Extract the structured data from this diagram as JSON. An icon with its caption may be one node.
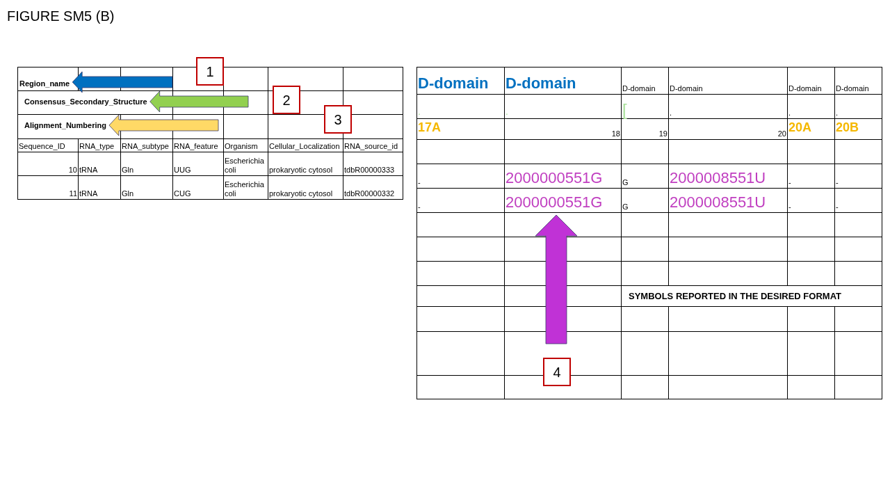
{
  "diagram": {
    "title": "FIGURE SM5 (B)",
    "nodes": [
      {
        "text": [
          "1"
        ]
      },
      {
        "text": [
          "Region_name"
        ]
      },
      {
        "text": [
          "2"
        ]
      },
      {
        "text": [
          "Consensus_Secondary_Structure"
        ]
      },
      {
        "text": [
          "3"
        ]
      },
      {
        "text": [
          "Alignment_Numbering"
        ]
      },
      {
        "text": [
          "2000000551G"
        ]
      },
      {
        "text": [
          "4"
        ]
      }
    ],
    "edges": [
      {
        "from": null,
        "to": 1,
        "arrow": "to",
        "style": "thick",
        "color": "#0070c0"
      },
      {
        "from": null,
        "to": 3,
        "arrow": "to",
        "style": "thick",
        "color": "#92d050"
      },
      {
        "from": null,
        "to": 5,
        "arrow": "to",
        "style": "thick",
        "color": "#ffd966"
      },
      {
        "from": null,
        "to": 6,
        "arrow": "to",
        "style": "thick",
        "color": "#c032d6"
      }
    ],
    "labels": [
      "Sequence_ID",
      "RNA_type",
      "RNA_subtype",
      "RNA_feature",
      "Organism",
      "Cellular_Localization",
      "RNA_source_id",
      "10",
      "tRNA",
      "Gln",
      "UUG",
      "Escherichia coli",
      "prokaryotic cytosol",
      "tdbR00000333",
      "11",
      "tRNA",
      "Gln",
      "CUG",
      "Escherichia coli",
      "prokaryotic cytosol",
      "tdbR00000332",
      "D-domain",
      "D-domain",
      "D-domain",
      "D-domain",
      "D-domain",
      "D-domain",
      ".",
      ".",
      "[",
      ".",
      ".",
      ".",
      "17A",
      "18",
      "19",
      "20",
      "20A",
      "20B",
      "-",
      "2000000551G",
      "G",
      "2000008551U",
      "-",
      "-",
      "-",
      "G",
      "2000008551U",
      "-",
      "-",
      "SYMBOLS REPORTED IN THE DESIRED FORMAT"
    ]
  }
}
